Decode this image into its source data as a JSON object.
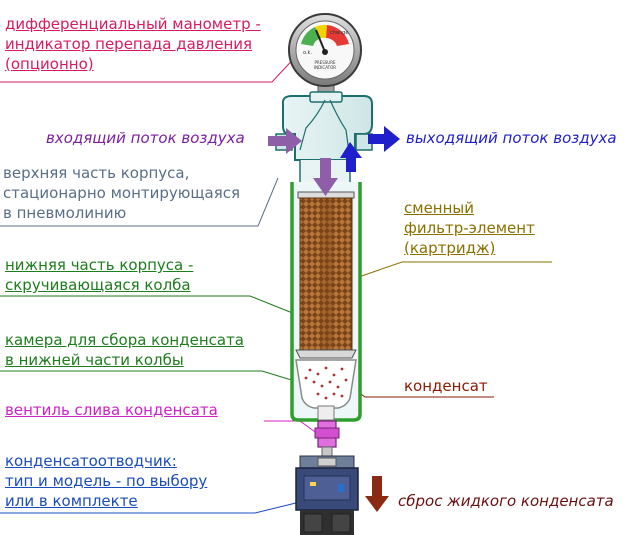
{
  "labels": {
    "manometer": "дифференциальный манометр -\nиндикатор перепада давления\n(опционно)",
    "inflow": "входящий поток воздуха",
    "outflow": "выходящий поток воздуха",
    "upper_housing": "верхняя часть корпуса,\nстационарно монтирующаяся\nв пневмолинию",
    "cartridge": "сменный\nфильтр-элемент\n(картридж)",
    "lower_bowl": "нижняя часть корпуса -\nскручивающаяся колба",
    "chamber": "камера для сбора конденсата\nв нижней части колбы",
    "condensate": "конденсат",
    "drain_valve": "вентиль слива конденсата",
    "drain": "конденсатоотводчик:\nтип и модель - по выбору\nили в комплекте",
    "liquid_discharge": "сброс жидкого конденсата"
  },
  "gauge": {
    "left_mark": "o.k.",
    "right_mark": "change",
    "face_text": "PRESSURE\nINDICATOR"
  },
  "colors": {
    "manometer": "#d81b60",
    "inflow": "#7b1fa2",
    "outflow": "#1f1fcc",
    "upper_housing": "#5a6e88",
    "cartridge": "#8a7000",
    "lower_bowl": "#1e7d1e",
    "chamber": "#1e7d1e",
    "condensate": "#8b1a00",
    "drain_valve": "#d020c8",
    "drain": "#1a4cc0",
    "liquid_discharge": "#6a1010"
  }
}
